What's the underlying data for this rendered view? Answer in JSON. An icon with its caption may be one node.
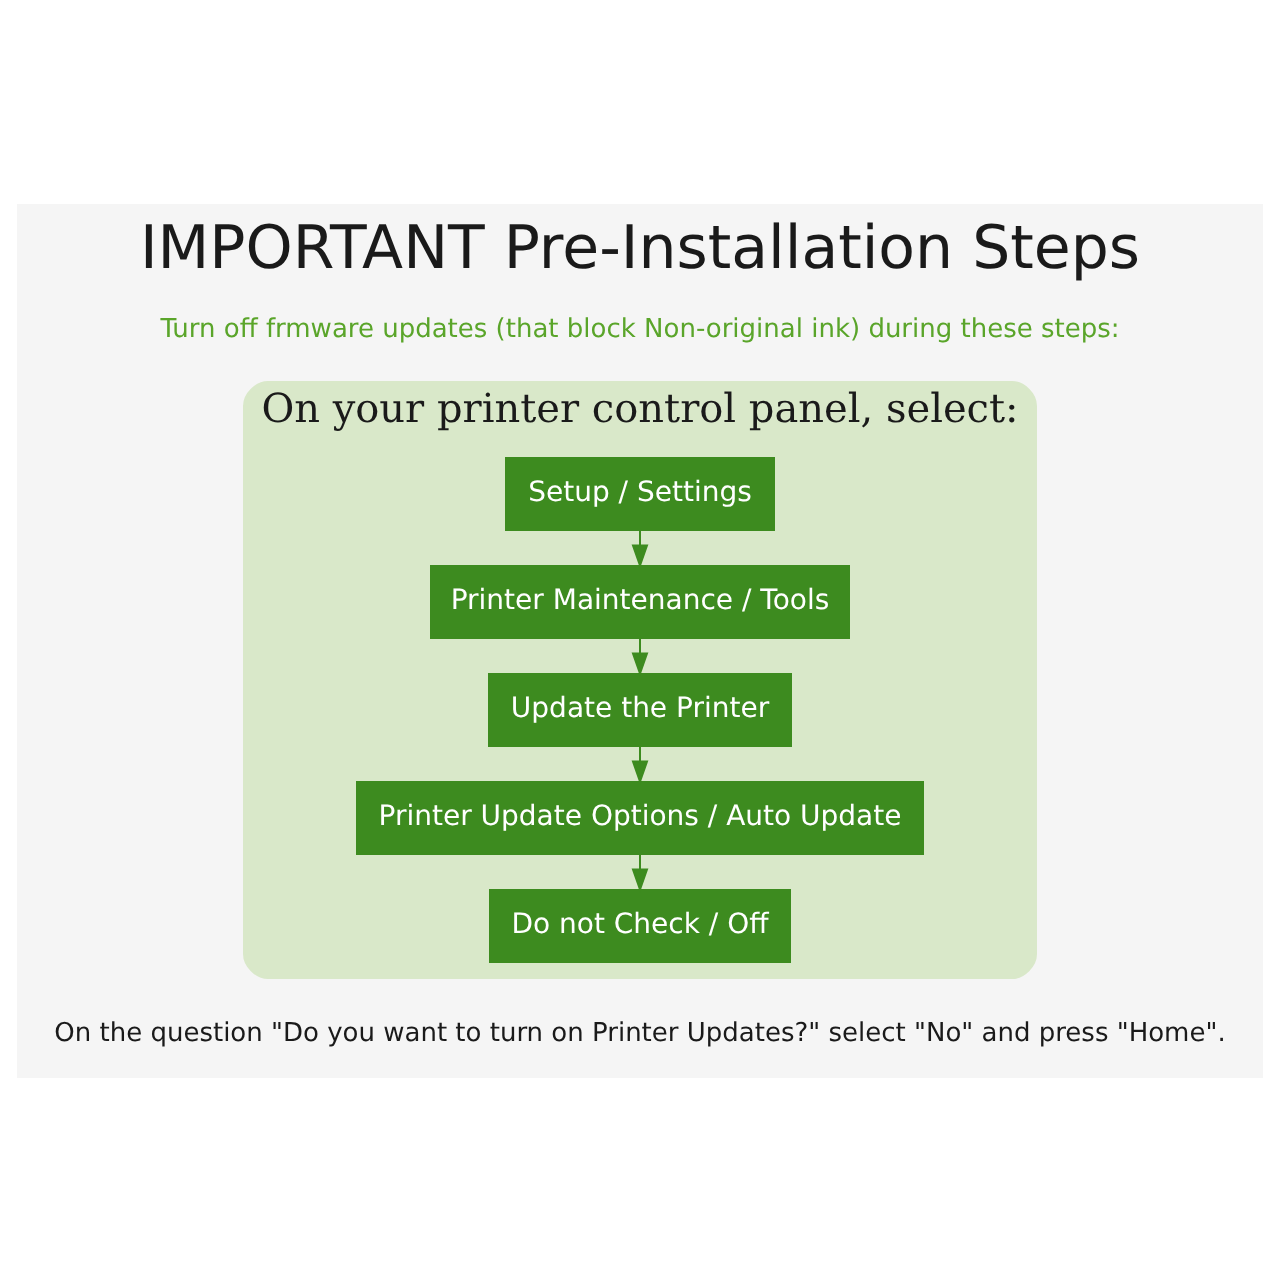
{
  "diagram": {
    "title": "IMPORTANT Pre-Installation Steps",
    "nodes": [
      {
        "text": [
          "On your printer control panel, select:"
        ]
      },
      {
        "text": [
          "Setup / Settings"
        ],
        "in": 0
      },
      {
        "text": [
          "Printer Maintenance / Tools"
        ],
        "in": 0
      },
      {
        "text": [
          "Update the Printer"
        ],
        "in": 0
      },
      {
        "text": [
          "Printer Update Options / Auto Update"
        ],
        "in": 0
      },
      {
        "text": [
          "Do not Check / Off"
        ],
        "in": 0
      }
    ],
    "edges": [
      {
        "from": 1,
        "to": 2,
        "arrow": "to"
      },
      {
        "from": 2,
        "to": 3,
        "arrow": "to"
      },
      {
        "from": 3,
        "to": 4,
        "arrow": "to"
      },
      {
        "from": 4,
        "to": 5,
        "arrow": "to"
      }
    ],
    "labels": [
      "Turn off frmware updates (that block Non-original ink) during these steps:",
      "On the question \"Do you want to turn on Printer Updates?\" select \"No\" and press \"Home\"."
    ]
  }
}
